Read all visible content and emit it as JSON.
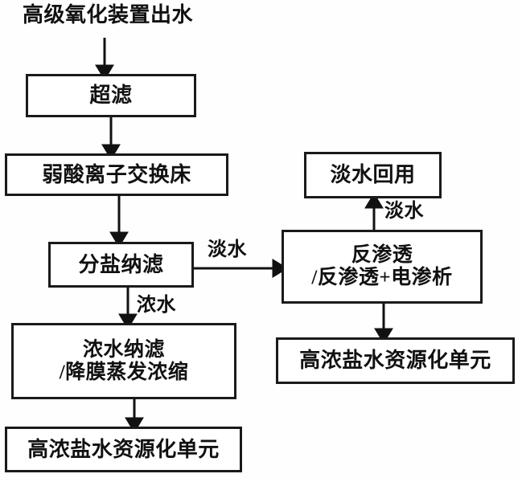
{
  "diagram": {
    "title": "高级氧化装置出水",
    "nodes": [
      {
        "id": "uf",
        "label": "超滤"
      },
      {
        "id": "wacb",
        "label": "弱酸离子交换床"
      },
      {
        "id": "salt_nf",
        "label": "分盐纳滤"
      },
      {
        "id": "conc_nf_1",
        "label": "浓水纳滤"
      },
      {
        "id": "conc_nf_2",
        "label": "/降膜蒸发浓缩"
      },
      {
        "id": "brine_left",
        "label": "高浓盐水资源化单元"
      },
      {
        "id": "fresh_reuse",
        "label": "淡水回用"
      },
      {
        "id": "ro_1",
        "label": "反渗透"
      },
      {
        "id": "ro_2",
        "label": "/反渗透+电渗析"
      },
      {
        "id": "brine_right",
        "label": "高浓盐水资源化单元"
      }
    ],
    "edge_labels": {
      "nf_to_ro": "淡水",
      "nf_to_conc": "浓水",
      "ro_to_reuse": "淡水"
    },
    "colors": {
      "stroke": "#1a1a1a",
      "fill": "#ffffff",
      "text": "#111111",
      "background": "#fefefe"
    }
  }
}
